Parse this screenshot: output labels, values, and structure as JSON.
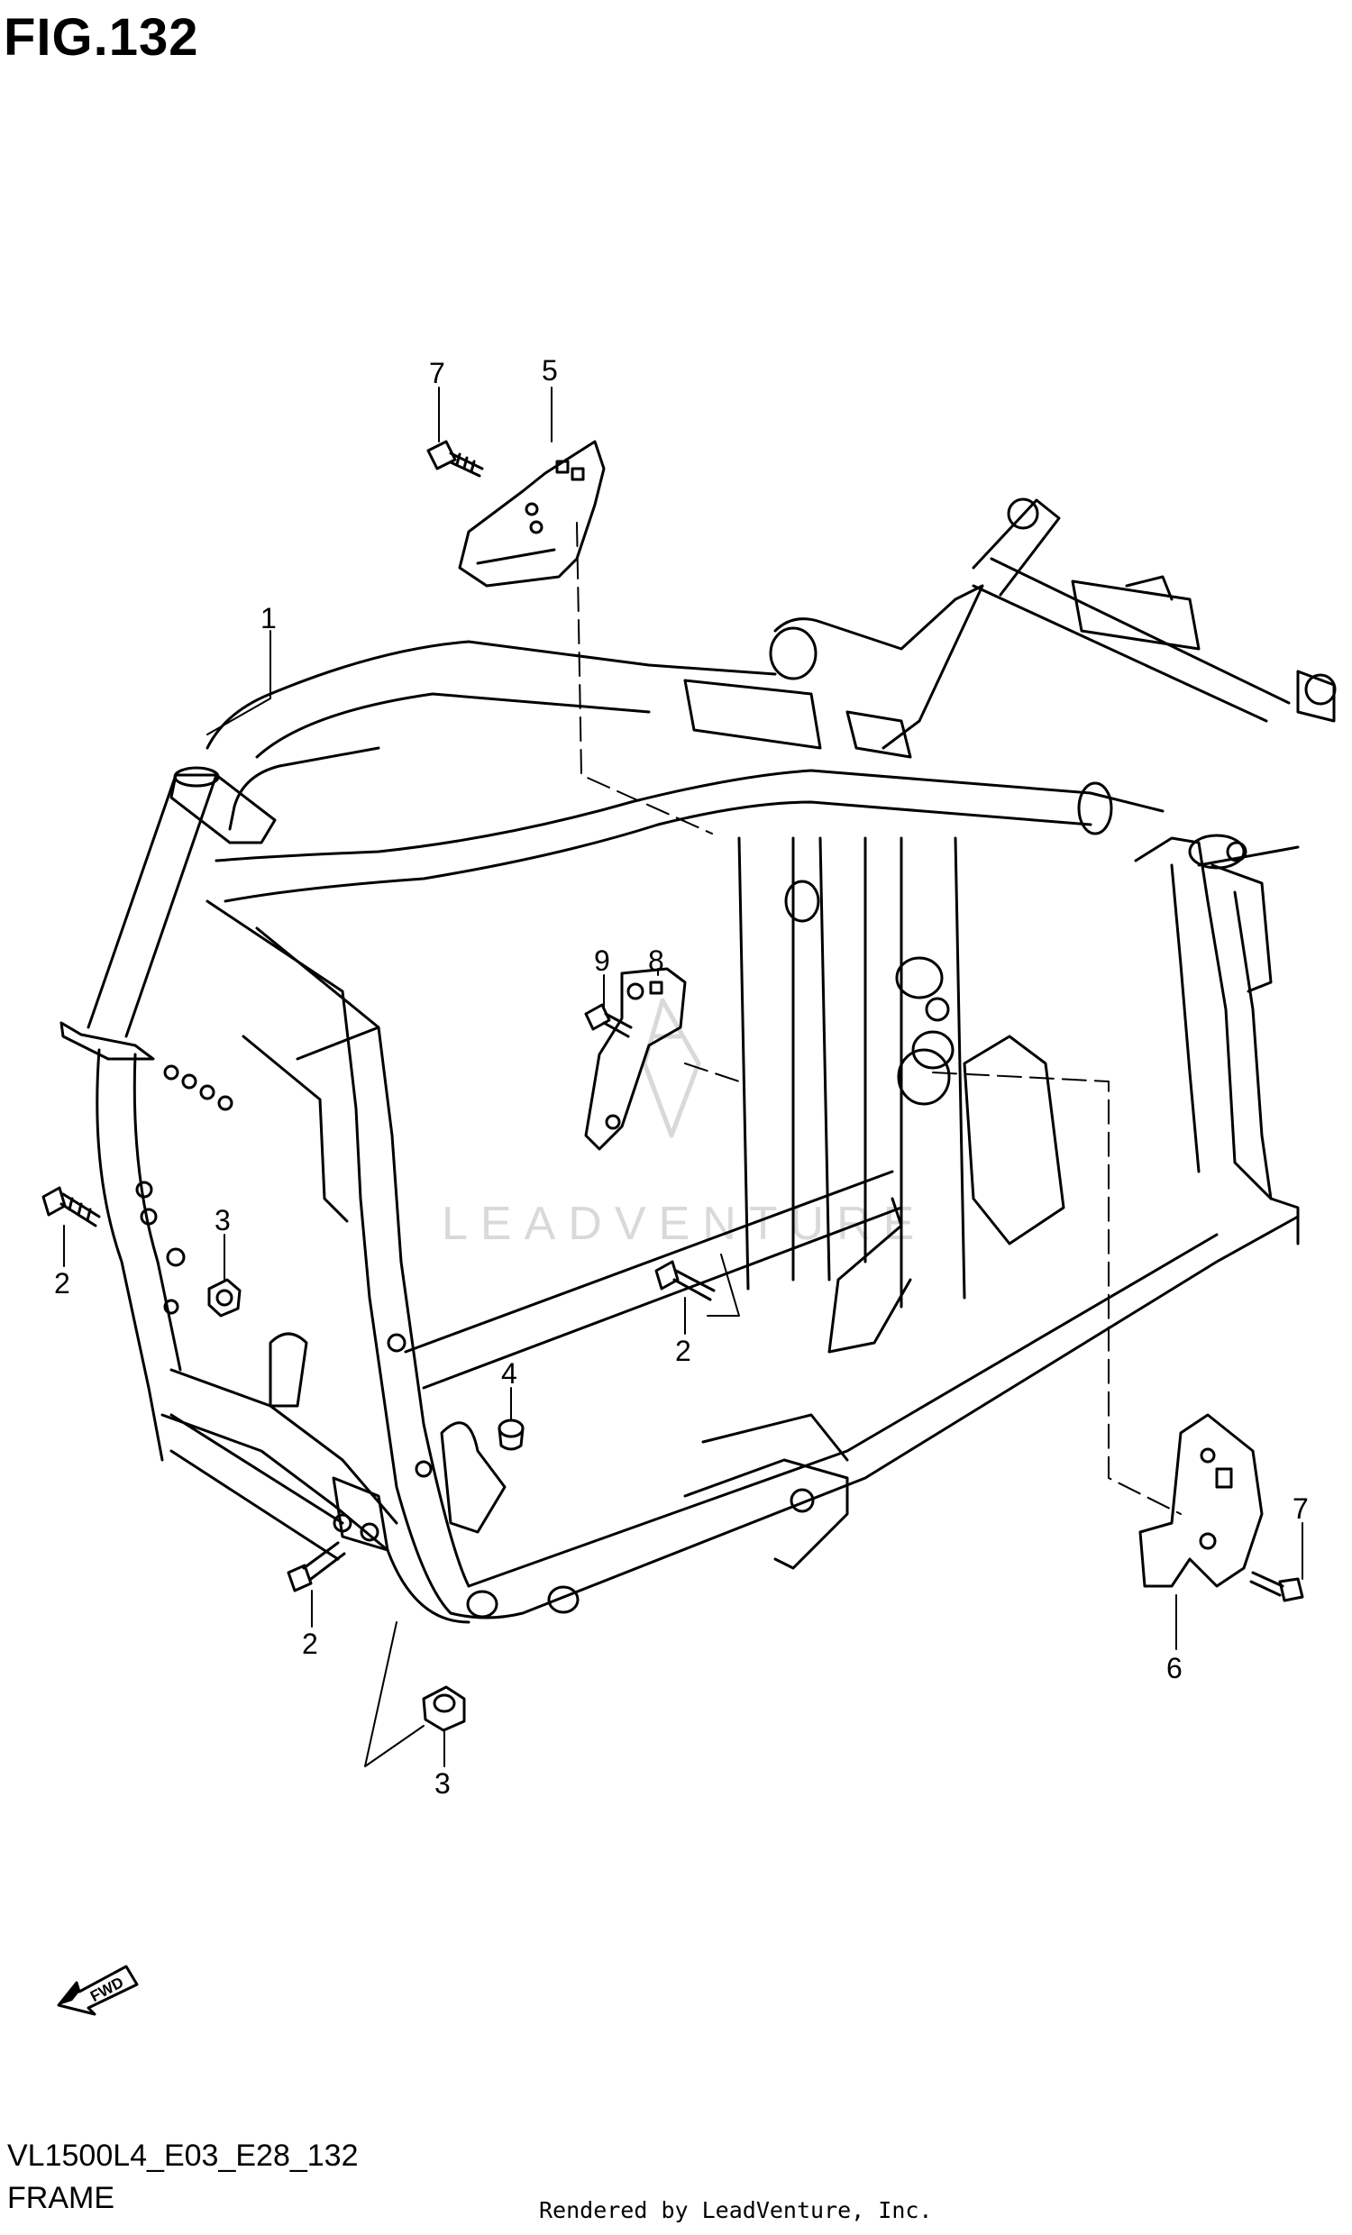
{
  "figure": {
    "title": "FIG.132"
  },
  "callouts": [
    {
      "id": "c7a",
      "label": "7",
      "part": 7
    },
    {
      "id": "c5",
      "label": "5",
      "part": 5
    },
    {
      "id": "c1",
      "label": "1",
      "part": 1
    },
    {
      "id": "c9",
      "label": "9",
      "part": 9
    },
    {
      "id": "c8",
      "label": "8",
      "part": 8
    },
    {
      "id": "c2a",
      "label": "2",
      "part": 2
    },
    {
      "id": "c3a",
      "label": "3",
      "part": 3
    },
    {
      "id": "c2b",
      "label": "2",
      "part": 2
    },
    {
      "id": "c4",
      "label": "4",
      "part": 4
    },
    {
      "id": "c2c",
      "label": "2",
      "part": 2
    },
    {
      "id": "c3b",
      "label": "3",
      "part": 3
    },
    {
      "id": "c7b",
      "label": "7",
      "part": 7
    },
    {
      "id": "c6",
      "label": "6",
      "part": 6
    }
  ],
  "fwd_label": "FWD",
  "watermark": "LEADVENTURE",
  "footer": {
    "code": "VL1500L4_E03_E28_132",
    "caption": "FRAME",
    "rendered_by": "Rendered by LeadVenture, Inc."
  },
  "colors": {
    "line": "#000000",
    "watermark": "#d9d9d9",
    "background": "#ffffff"
  }
}
